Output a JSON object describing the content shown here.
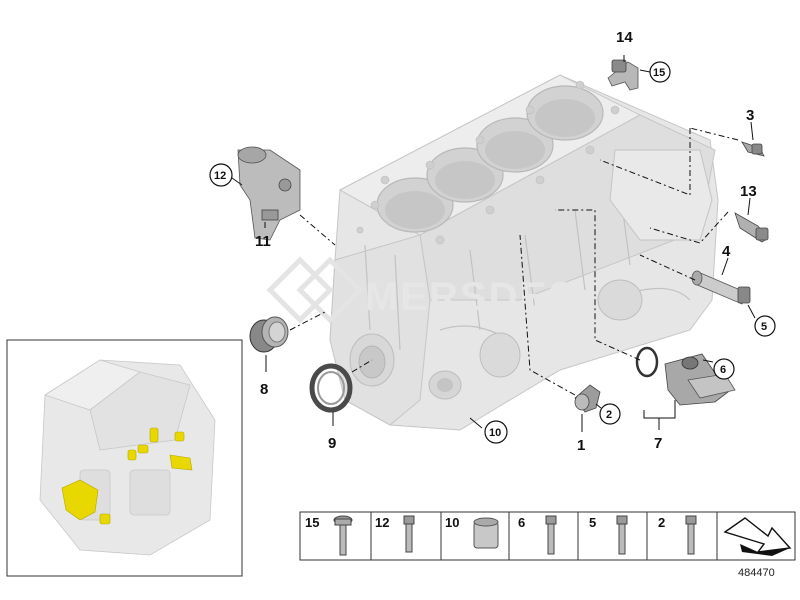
{
  "callouts": [
    {
      "id": "c1",
      "label": "1"
    },
    {
      "id": "c2",
      "label": "2"
    },
    {
      "id": "c3",
      "label": "3"
    },
    {
      "id": "c4",
      "label": "4"
    },
    {
      "id": "c5",
      "label": "5"
    },
    {
      "id": "c6",
      "label": "6"
    },
    {
      "id": "c7",
      "label": "7"
    },
    {
      "id": "c8",
      "label": "8"
    },
    {
      "id": "c9",
      "label": "9"
    },
    {
      "id": "c10",
      "label": "10"
    },
    {
      "id": "c11",
      "label": "11"
    },
    {
      "id": "c12",
      "label": "12"
    },
    {
      "id": "c13",
      "label": "13"
    },
    {
      "id": "c14",
      "label": "14"
    },
    {
      "id": "c15",
      "label": "15"
    }
  ],
  "parts_table": [
    {
      "label": "15",
      "part": "collar-bolt"
    },
    {
      "label": "12",
      "part": "bolt"
    },
    {
      "label": "10",
      "part": "dowel-sleeve"
    },
    {
      "label": "6",
      "part": "bolt"
    },
    {
      "label": "5",
      "part": "bolt"
    },
    {
      "label": "2",
      "part": "bolt"
    }
  ],
  "watermark": "MERSDES",
  "reference_number": "484470",
  "colors": {
    "highlight": "#e8d800",
    "engine_fill": "#e4e4e4",
    "engine_stroke": "#c4c4c4",
    "line": "#111111"
  }
}
